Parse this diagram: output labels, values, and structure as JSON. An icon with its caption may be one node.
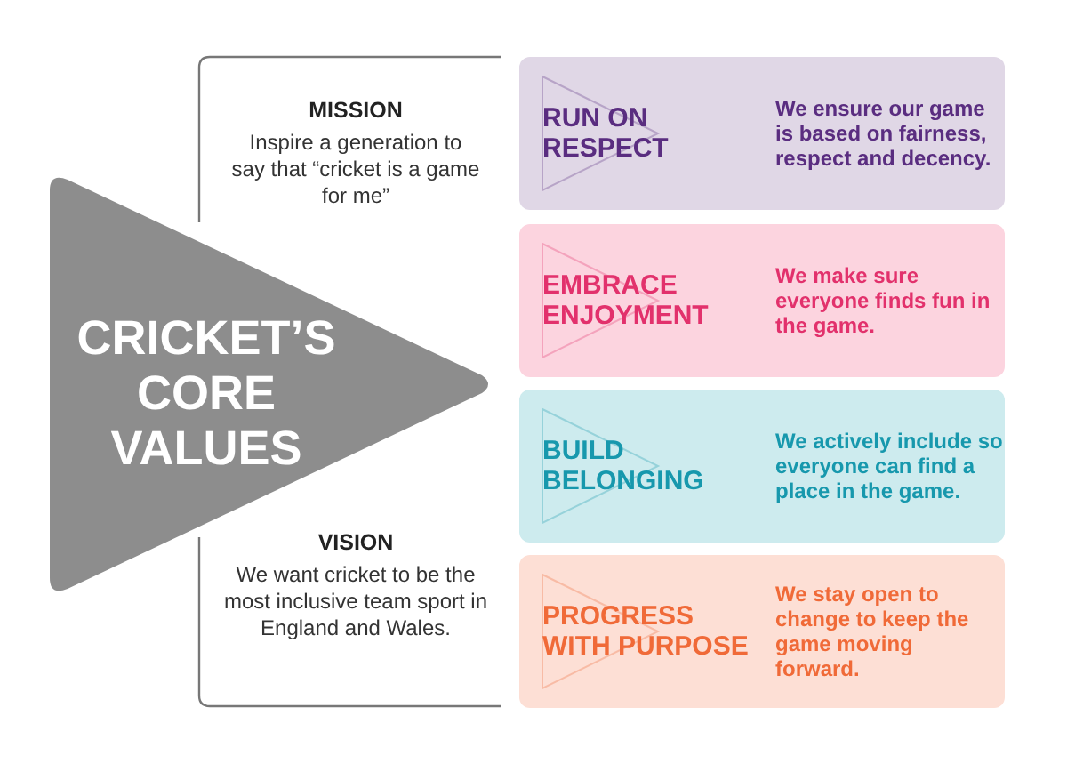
{
  "diagram": {
    "nodes": [
      {
        "text": [
          "CRICKET’S CORE VALUES"
        ]
      },
      {
        "text": [
          "MISSION",
          "Inspire a generation to say that “cricket is a game for me”"
        ]
      },
      {
        "text": [
          "VISION",
          "We want cricket to be the most inclusive team sport in England and Wales."
        ]
      },
      {
        "text": [
          "RUN ON RESPECT",
          "We ensure our game is based on fairness, respect and decency."
        ]
      },
      {
        "text": [
          "EMBRACE ENJOYMENT",
          "We make sure everyone finds fun in the game."
        ]
      },
      {
        "text": [
          "BUILD BELONGING",
          "We actively include so everyone can find a place in the game."
        ]
      },
      {
        "text": [
          "PROGRESS WITH PURPOSE",
          "We stay open to change to keep the game moving forward."
        ]
      }
    ]
  }
}
